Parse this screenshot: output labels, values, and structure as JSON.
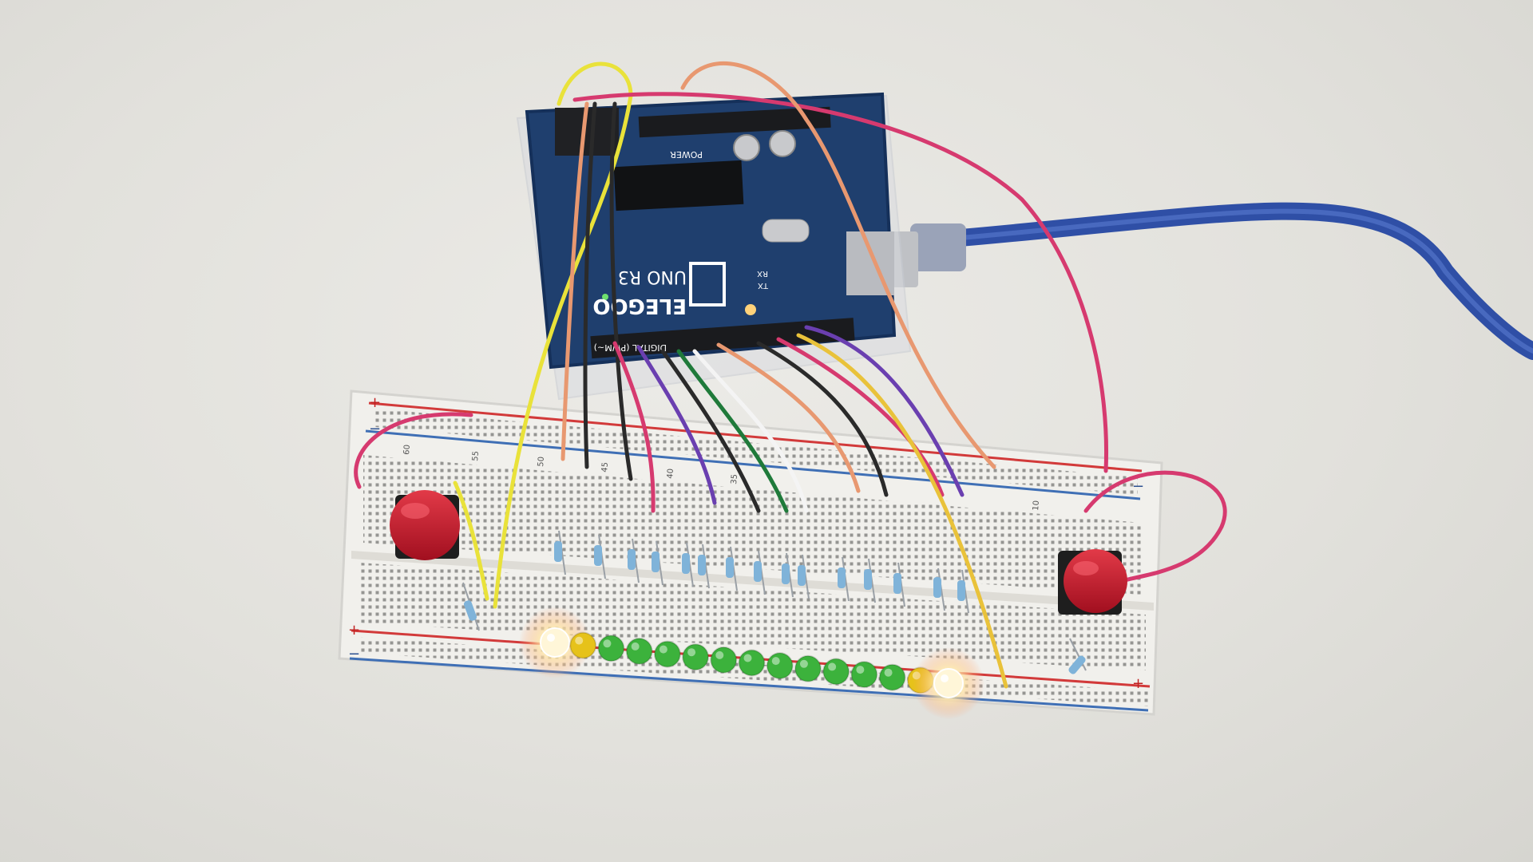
{
  "photo": {
    "background_color": "#e4e3df",
    "colors": {
      "board_blue": "#1f3f6e",
      "breadboard": "#f1f0ec",
      "rail_red": "#d23a3a",
      "rail_blue": "#3f6fb5",
      "button_red": "#c8182c",
      "usb_cable": "#2f4fa6",
      "led_green": "#3cb23c",
      "led_yellow": "#e6c21a",
      "led_white_glow": "#fff6d8"
    },
    "board_text": {
      "brand": "ELEGOO",
      "model": "UNO R3",
      "header_digital": "DIGITAL (PWM~)",
      "header_power": "POWER",
      "tx": "TX",
      "rx": "RX"
    },
    "breadboard_marks": {
      "plus": "+",
      "minus": "−",
      "col_60": "60",
      "col_55": "55",
      "col_50": "50",
      "col_45": "45",
      "col_40": "40",
      "col_35": "35",
      "col_10": "10"
    },
    "leds": [
      "white",
      "yellow",
      "green",
      "green",
      "green",
      "green",
      "green",
      "green",
      "green",
      "green",
      "green",
      "green",
      "green",
      "yellow",
      "white"
    ],
    "lit_leds": [
      0,
      14
    ],
    "buttons": [
      "left",
      "right"
    ]
  }
}
